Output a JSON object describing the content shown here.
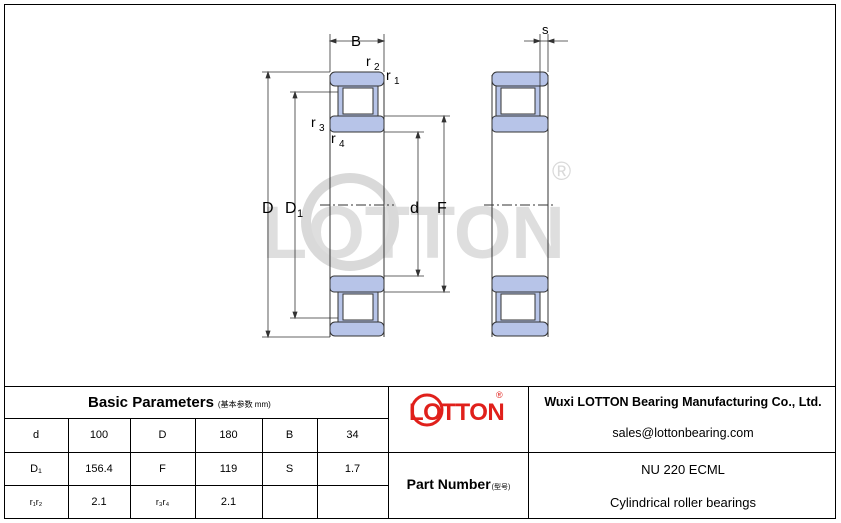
{
  "drawing": {
    "labels": {
      "B": "B",
      "r2": "r",
      "r2_sub": "2",
      "r1": "r",
      "r1_sub": "1",
      "r3": "r",
      "r3_sub": "3",
      "r4": "r",
      "r4_sub": "4",
      "D": "D",
      "D1": "D",
      "D1_sub": "1",
      "d": "d",
      "F": "F",
      "s": "s"
    },
    "watermark": "LOTTON",
    "watermark_mark": "®"
  },
  "logo": {
    "text": "LOTTON",
    "mark": "®"
  },
  "basic": {
    "title": "Basic Parameters",
    "title_sub": "(基本参数 mm)",
    "rows": [
      [
        "d",
        "100",
        "D",
        "180",
        "B",
        "34"
      ],
      [
        "D₁",
        "156.4",
        "F",
        "119",
        "S",
        "1.7"
      ],
      [
        "r₁r₂",
        "2.1",
        "r₃r₄",
        "2.1",
        "",
        ""
      ]
    ]
  },
  "company": {
    "name": "Wuxi LOTTON Bearing Manufacturing Co., Ltd.",
    "email": "sales@lottonbearing.com"
  },
  "part": {
    "label": "Part Number",
    "label_sub": "(型号)",
    "number": "NU 220 ECML",
    "type": "Cylindrical roller bearings"
  },
  "colors": {
    "bearing_fill": "#b7c4e8",
    "logo_red": "#e0201b",
    "watermark": "#d9d9d9"
  }
}
